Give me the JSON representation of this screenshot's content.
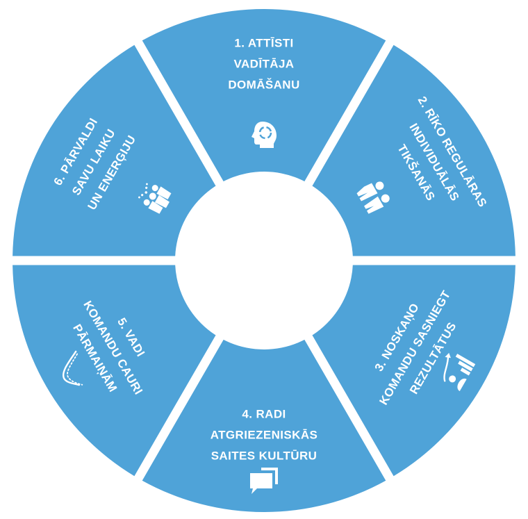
{
  "colors": {
    "segment": "#4fa3d8",
    "background": "#ffffff",
    "text": "#ffffff"
  },
  "segments": [
    {
      "lines": [
        "1. ATTĪSTI",
        "VADĪTĀJA",
        "DOMĀŠANU"
      ],
      "icon": "head-cycle-icon"
    },
    {
      "lines": [
        "2. RĪKO REGULĀRAS",
        "INDIVIDUĀLĀS",
        "TIKŠANĀS"
      ],
      "icon": "two-people-meeting-icon"
    },
    {
      "lines": [
        "3. NOSKAŅO",
        "KOMANDU SASNIEGT",
        "REZULTĀTUS"
      ],
      "icon": "growth-chart-icon"
    },
    {
      "lines": [
        "4. RADI",
        "ATGRIEZENISKĀS",
        "SAITES KULTŪRU"
      ],
      "icon": "chat-bubbles-icon"
    },
    {
      "lines": [
        "5. VADI",
        "KOMANDU CAURI",
        "PĀRMAIŅĀM"
      ],
      "icon": "change-curve-icon"
    },
    {
      "lines": [
        "6. PĀRVALDI",
        "SAVU LAIKU",
        "UN ENERĢIJU"
      ],
      "icon": "group-energy-icon"
    }
  ]
}
